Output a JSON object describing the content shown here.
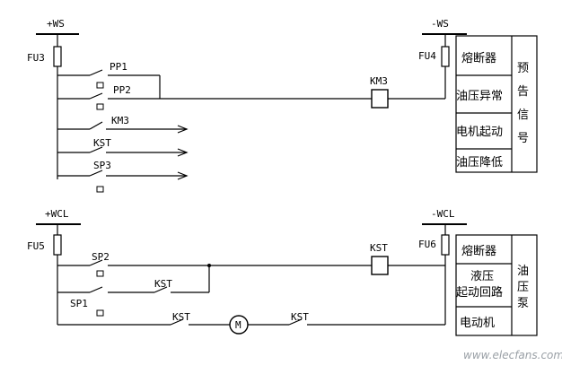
{
  "upper": {
    "bus_left": "+WS",
    "bus_right": "-WS",
    "fuse_left": "FU3",
    "fuse_right": "FU4",
    "relay": "KM3",
    "contacts": [
      "PP1",
      "PP2",
      "KM3",
      "KST",
      "SP3"
    ],
    "table_rows": [
      "熔断器",
      "油压异常",
      "电机起动",
      "油压降低"
    ],
    "table_side": [
      "预",
      "告",
      "信",
      "号"
    ]
  },
  "lower": {
    "bus_left": "+WCL",
    "bus_right": "-WCL",
    "fuse_left": "FU5",
    "fuse_right": "FU6",
    "relay": "KST",
    "contacts": [
      "SP2",
      "KST",
      "SP1",
      "KST",
      "KST"
    ],
    "motor": "M",
    "table_rows": [
      "熔断器",
      "液压",
      "起动回路",
      "电动机"
    ],
    "table_side": [
      "油",
      "压",
      "泵"
    ]
  },
  "watermark": "www.elecfans.com"
}
